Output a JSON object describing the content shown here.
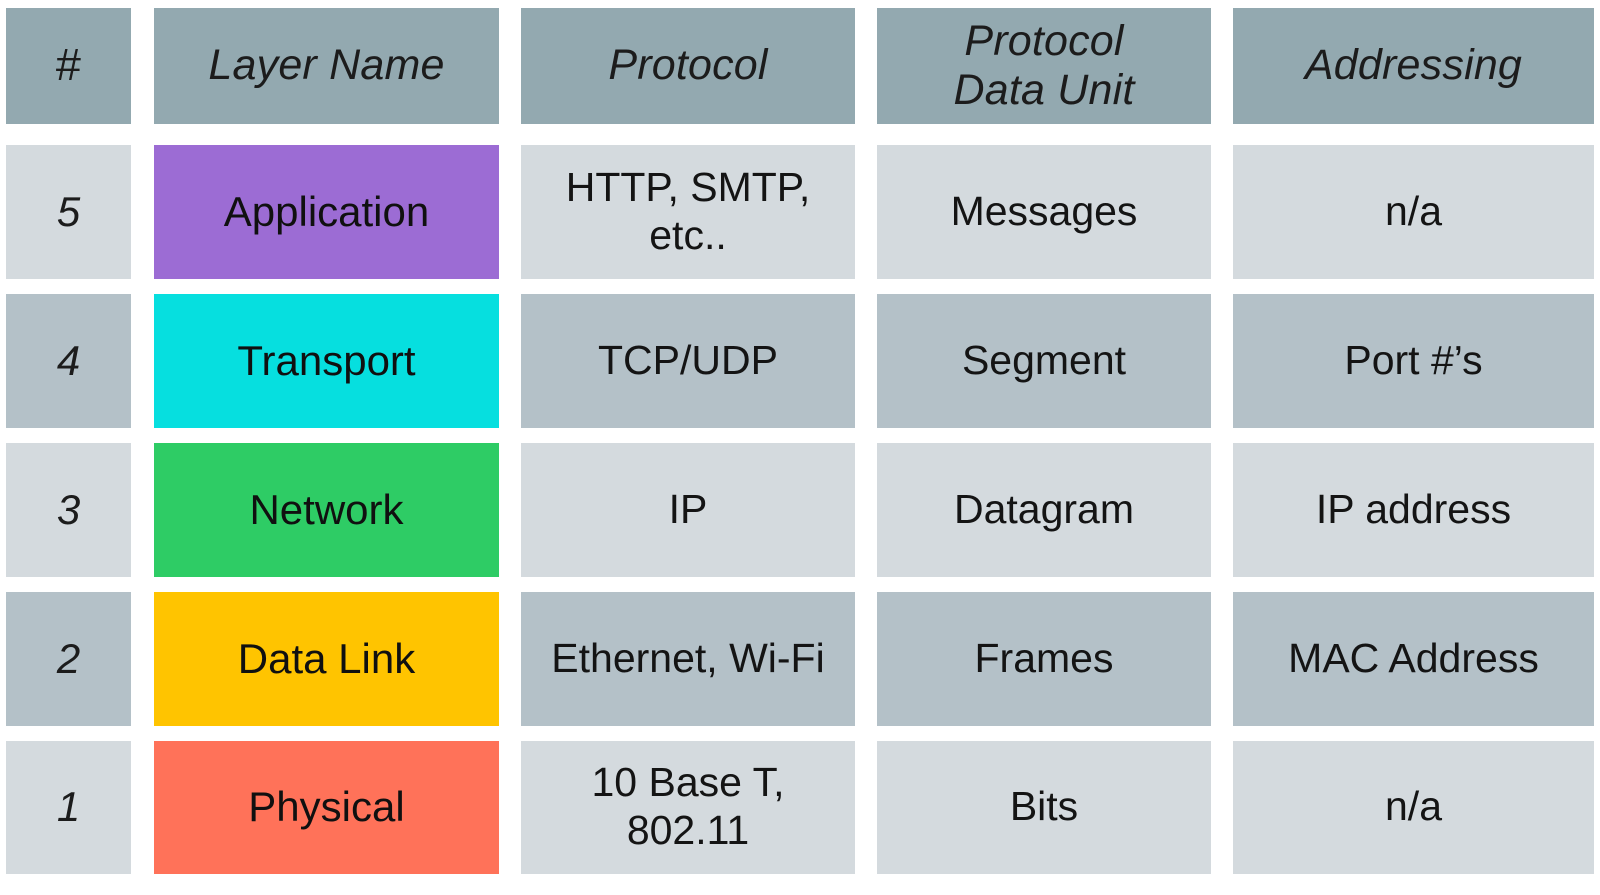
{
  "table": {
    "headers": {
      "number": "#",
      "layer_name": "Layer Name",
      "protocol": "Protocol",
      "protocol_data_unit": "Protocol\nData Unit",
      "addressing": "Addressing"
    },
    "rows": [
      {
        "number": "5",
        "layer_name": "Application",
        "layer_color": "#9c6cd4",
        "protocol": "HTTP, SMTP,\netc..",
        "protocol_data_unit": "Messages",
        "addressing": "n/a",
        "row_shade": "#d4dade"
      },
      {
        "number": "4",
        "layer_name": "Transport",
        "layer_color": "#06dfdf",
        "protocol": "TCP/UDP",
        "protocol_data_unit": "Segment",
        "addressing": "Port #’s",
        "row_shade": "#b4c1c8"
      },
      {
        "number": "3",
        "layer_name": "Network",
        "layer_color": "#2ecc65",
        "protocol": "IP",
        "protocol_data_unit": "Datagram",
        "addressing": "IP address",
        "row_shade": "#d4dade"
      },
      {
        "number": "2",
        "layer_name": "Data Link",
        "layer_color": "#ffc400",
        "protocol": "Ethernet, Wi-Fi",
        "protocol_data_unit": "Frames",
        "addressing": "MAC Address",
        "row_shade": "#b4c1c8"
      },
      {
        "number": "1",
        "layer_name": "Physical",
        "layer_color": "#ff7259",
        "protocol": "10 Base T,\n802.11",
        "protocol_data_unit": "Bits",
        "addressing": "n/a",
        "row_shade": "#d4dade"
      }
    ],
    "colors": {
      "header_background": "#93a9b0",
      "row_light": "#d4dade",
      "row_dark": "#b4c1c8",
      "gutter": "#ffffff",
      "text": "#141414"
    }
  }
}
